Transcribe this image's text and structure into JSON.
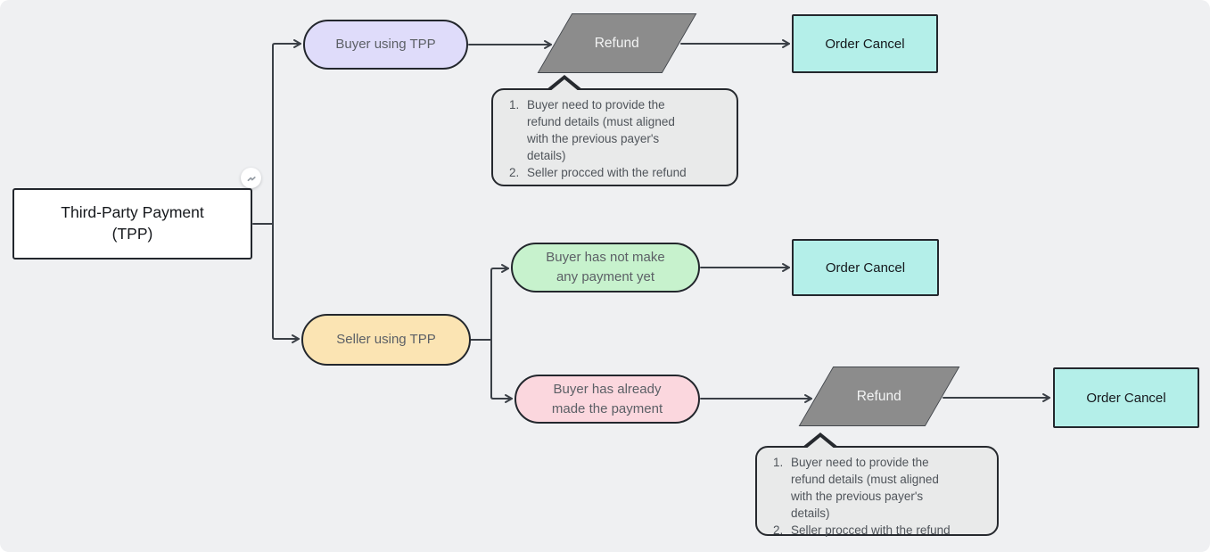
{
  "colors": {
    "canvas-bg": "#eff0f2",
    "node-border": "#23272d",
    "connector": "#3a3f46",
    "root-fill": "#ffffff",
    "buyer-pill-fill": "#dfdcfa",
    "seller-pill-fill": "#fbe4b3",
    "green-pill-fill": "#c7f2cd",
    "pink-pill-fill": "#fbd7de",
    "refund-fill": "#8c8c8c",
    "cancel-fill": "#b4efe9",
    "callout-fill": "#e9eaea",
    "pill-text": "#5c6066",
    "dark-text": "#15181c",
    "refund-text": "#f3f4f4",
    "callout-text": "#4f545a"
  },
  "nodes": {
    "root": {
      "label": "Third-Party Payment\n(TPP)"
    },
    "buyer_tpp": {
      "label": "Buyer using TPP"
    },
    "refund_buyer": {
      "label": "Refund"
    },
    "order_cancel_buyer": {
      "label": "Order Cancel"
    },
    "seller_tpp": {
      "label": "Seller using TPP"
    },
    "buyer_no_payment": {
      "label": "Buyer has not make\nany payment yet"
    },
    "order_cancel_no_payment": {
      "label": "Order Cancel"
    },
    "buyer_paid": {
      "label": "Buyer has already\nmade the payment"
    },
    "refund_seller": {
      "label": "Refund"
    },
    "order_cancel_refund": {
      "label": "Order Cancel"
    }
  },
  "callouts": {
    "buyer_refund_note": {
      "items": [
        "Buyer need to provide the\nrefund details (must aligned\nwith the previous payer's\ndetails)",
        "Seller procced with the refund"
      ]
    },
    "seller_refund_note": {
      "items": [
        "Buyer need to provide the\nrefund details (must aligned\nwith the previous payer's\ndetails)",
        "Seller procced with the refund"
      ]
    }
  },
  "badge": {
    "icon": "flow-connector-icon"
  }
}
